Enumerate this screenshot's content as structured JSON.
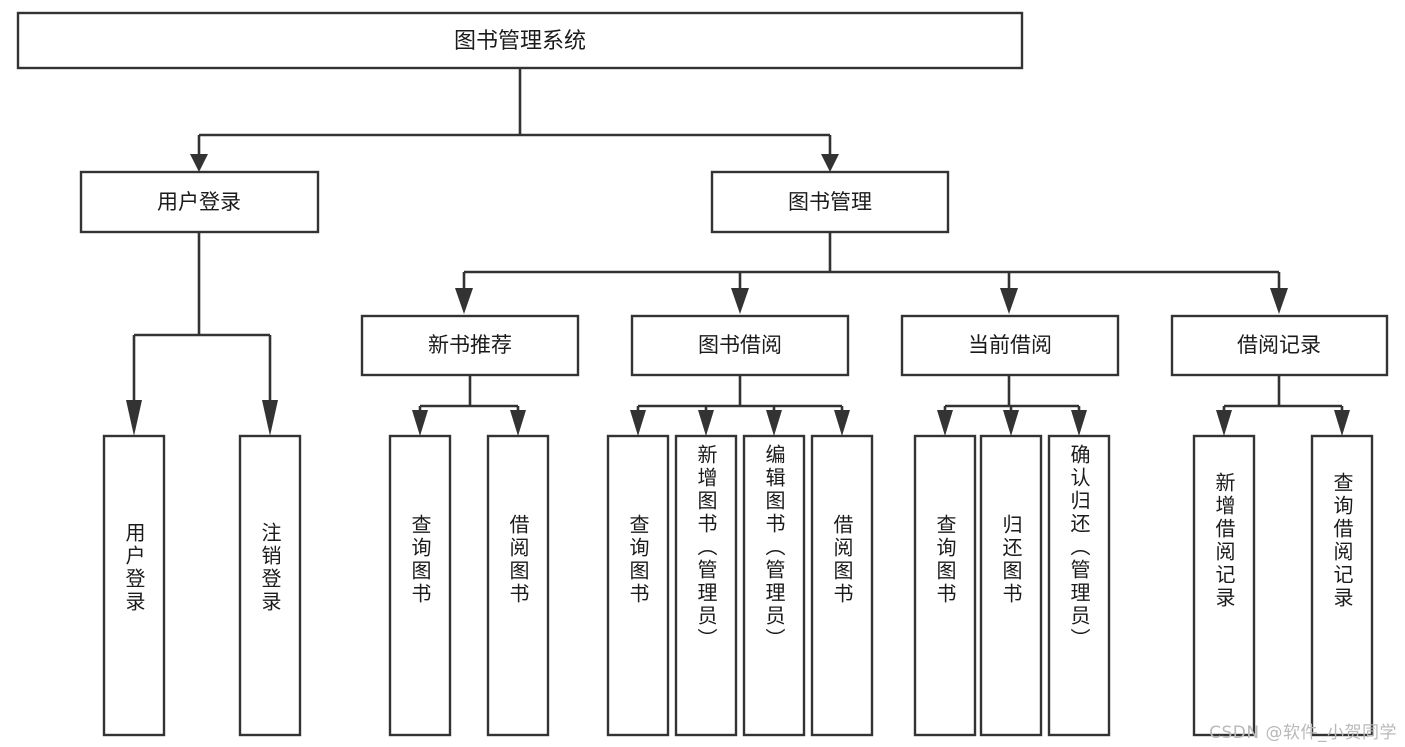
{
  "diagram": {
    "type": "hierarchy-tree",
    "title_node": {
      "label": "图书管理系统"
    },
    "level2": [
      {
        "id": "user-login",
        "label": "用户登录"
      },
      {
        "id": "book-management",
        "label": "图书管理"
      }
    ],
    "level3": [
      {
        "id": "new-book-recommend",
        "label": "新书推荐",
        "parent": "book-management"
      },
      {
        "id": "book-borrow",
        "label": "图书借阅",
        "parent": "book-management"
      },
      {
        "id": "current-borrow",
        "label": "当前借阅",
        "parent": "book-management"
      },
      {
        "id": "borrow-record",
        "label": "借阅记录",
        "parent": "book-management"
      }
    ],
    "leaves": [
      {
        "id": "leaf-user-login",
        "label": "用户登录",
        "parent": "user-login"
      },
      {
        "id": "leaf-logout-login",
        "label": "注销登录",
        "parent": "user-login"
      },
      {
        "id": "leaf-query-book-1",
        "label": "查询图书",
        "parent": "new-book-recommend"
      },
      {
        "id": "leaf-borrow-book-1",
        "label": "借阅图书",
        "parent": "new-book-recommend"
      },
      {
        "id": "leaf-query-book-2",
        "label": "查询图书",
        "parent": "book-borrow"
      },
      {
        "id": "leaf-add-book",
        "label": "新增图书（管理员）",
        "parent": "book-borrow"
      },
      {
        "id": "leaf-edit-book",
        "label": "编辑图书（管理员）",
        "parent": "book-borrow"
      },
      {
        "id": "leaf-borrow-book-2",
        "label": "借阅图书",
        "parent": "book-borrow"
      },
      {
        "id": "leaf-query-book-3",
        "label": "查询图书",
        "parent": "current-borrow"
      },
      {
        "id": "leaf-return-book",
        "label": "归还图书",
        "parent": "current-borrow"
      },
      {
        "id": "leaf-confirm-return",
        "label": "确认归还（管理员）",
        "parent": "current-borrow"
      },
      {
        "id": "leaf-add-record",
        "label": "新增借阅记录",
        "parent": "borrow-record"
      },
      {
        "id": "leaf-query-record",
        "label": "查询借阅记录",
        "parent": "borrow-record"
      }
    ],
    "colors": {
      "box_stroke": "#333333",
      "box_fill": "#ffffff",
      "text": "#1b1b1b",
      "connector": "#333333",
      "background": "#ffffff",
      "watermark": "#b9b9b9"
    }
  },
  "watermark": {
    "text": "CSDN @软件_小贺同学"
  }
}
